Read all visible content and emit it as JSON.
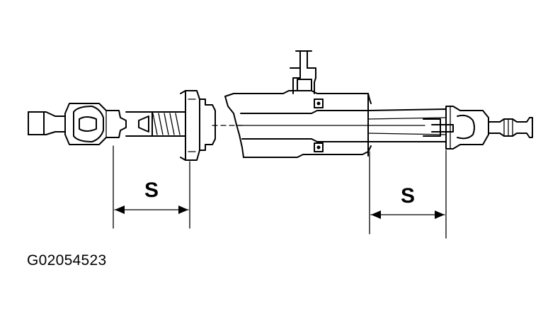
{
  "diagram": {
    "dimension_left_label": "S",
    "dimension_right_label": "S",
    "figure_id": "G02054523"
  }
}
